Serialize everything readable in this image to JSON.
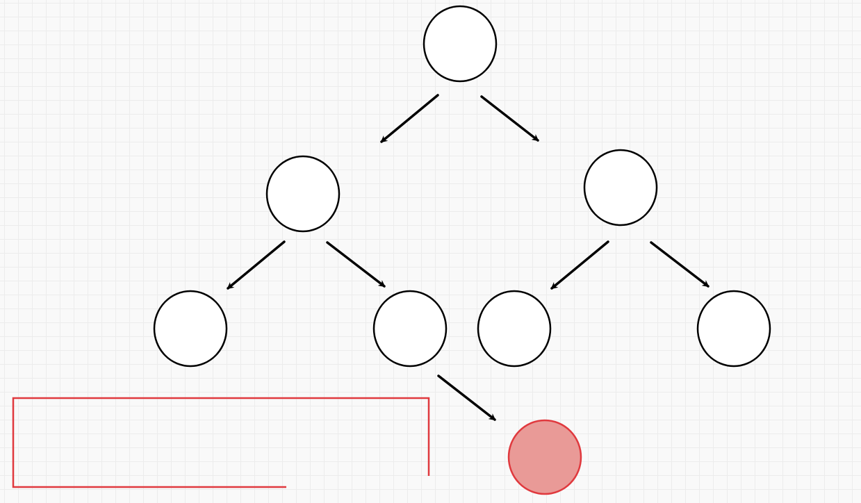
{
  "diagram": {
    "type": "binary-tree",
    "nodes": [
      {
        "id": "root",
        "label": "",
        "highlighted": false
      },
      {
        "id": "left",
        "label": "",
        "highlighted": false
      },
      {
        "id": "right",
        "label": "",
        "highlighted": false
      },
      {
        "id": "left-left",
        "label": "",
        "highlighted": false
      },
      {
        "id": "left-right",
        "label": "",
        "highlighted": false
      },
      {
        "id": "right-left",
        "label": "",
        "highlighted": false
      },
      {
        "id": "right-right",
        "label": "",
        "highlighted": false
      },
      {
        "id": "inserted",
        "label": "",
        "highlighted": true
      }
    ],
    "edges": [
      {
        "from": "root",
        "to": "left"
      },
      {
        "from": "root",
        "to": "right"
      },
      {
        "from": "left",
        "to": "left-left"
      },
      {
        "from": "left",
        "to": "left-right"
      },
      {
        "from": "right",
        "to": "right-left"
      },
      {
        "from": "right",
        "to": "right-right"
      },
      {
        "from": "left-right",
        "to": "inserted"
      }
    ],
    "callout": {
      "text": ""
    },
    "colors": {
      "node_fill": "#ffffff",
      "node_stroke": "#000000",
      "highlight_fill": "#e99a97",
      "highlight_stroke": "#e0393e",
      "callout_stroke": "#e0393e",
      "grid": "#ececec",
      "background": "#f9f9f9"
    }
  }
}
